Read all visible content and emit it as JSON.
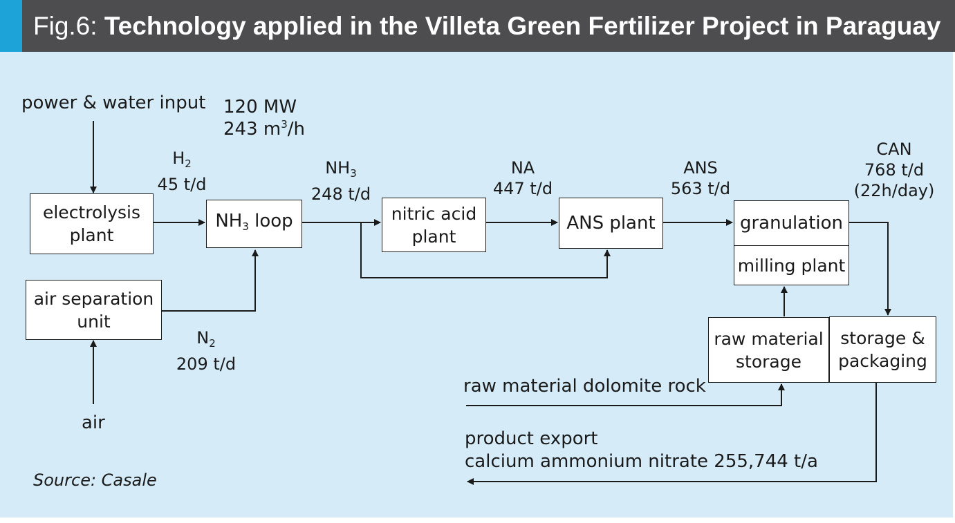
{
  "header": {
    "fig_label": "Fig.6:",
    "title": "Technology applied in the Villeta Green Fertilizer Project in Paraguay"
  },
  "colors": {
    "accent": "#1ea3d9",
    "header_bg": "#4d4d4f",
    "panel_bg": "#d5ecf8"
  },
  "inputs": {
    "power_water": "power & water input",
    "air": "air",
    "dolomite": "raw material dolomite rock"
  },
  "power": {
    "mw": "120 MW",
    "flow_num": "243 m",
    "flow_exp": "3",
    "flow_unit": "/h"
  },
  "boxes": {
    "electrolysis_l1": "electrolysis",
    "electrolysis_l2": "plant",
    "air_sep_l1": "air separation",
    "air_sep_l2": "unit",
    "nh3_main": "NH",
    "nh3_sub": "3",
    "nh3_tail": " loop",
    "nitric_l1": "nitric acid",
    "nitric_l2": "plant",
    "ans": "ANS plant",
    "granulation": "granulation",
    "milling": "milling plant",
    "raw_l1": "raw material",
    "raw_l2": "storage",
    "storage_l1": "storage &",
    "storage_l2": "packaging"
  },
  "flows": {
    "h2_main": "H",
    "h2_sub": "2",
    "h2_rate": "45 t/d",
    "n2_main": "N",
    "n2_sub": "2",
    "n2_rate": "209 t/d",
    "nh3_main": "NH",
    "nh3_sub": "3",
    "nh3_rate": "248 t/d",
    "na_name": "NA",
    "na_rate": "447 t/d",
    "ans_name": "ANS",
    "ans_rate": "563 t/d",
    "can_name": "CAN",
    "can_rate": "768 t/d",
    "can_hours": "(22h/day)"
  },
  "export": {
    "line1": "product export",
    "line2": "calcium ammonium nitrate 255,744 t/a"
  },
  "source": "Source: Casale"
}
